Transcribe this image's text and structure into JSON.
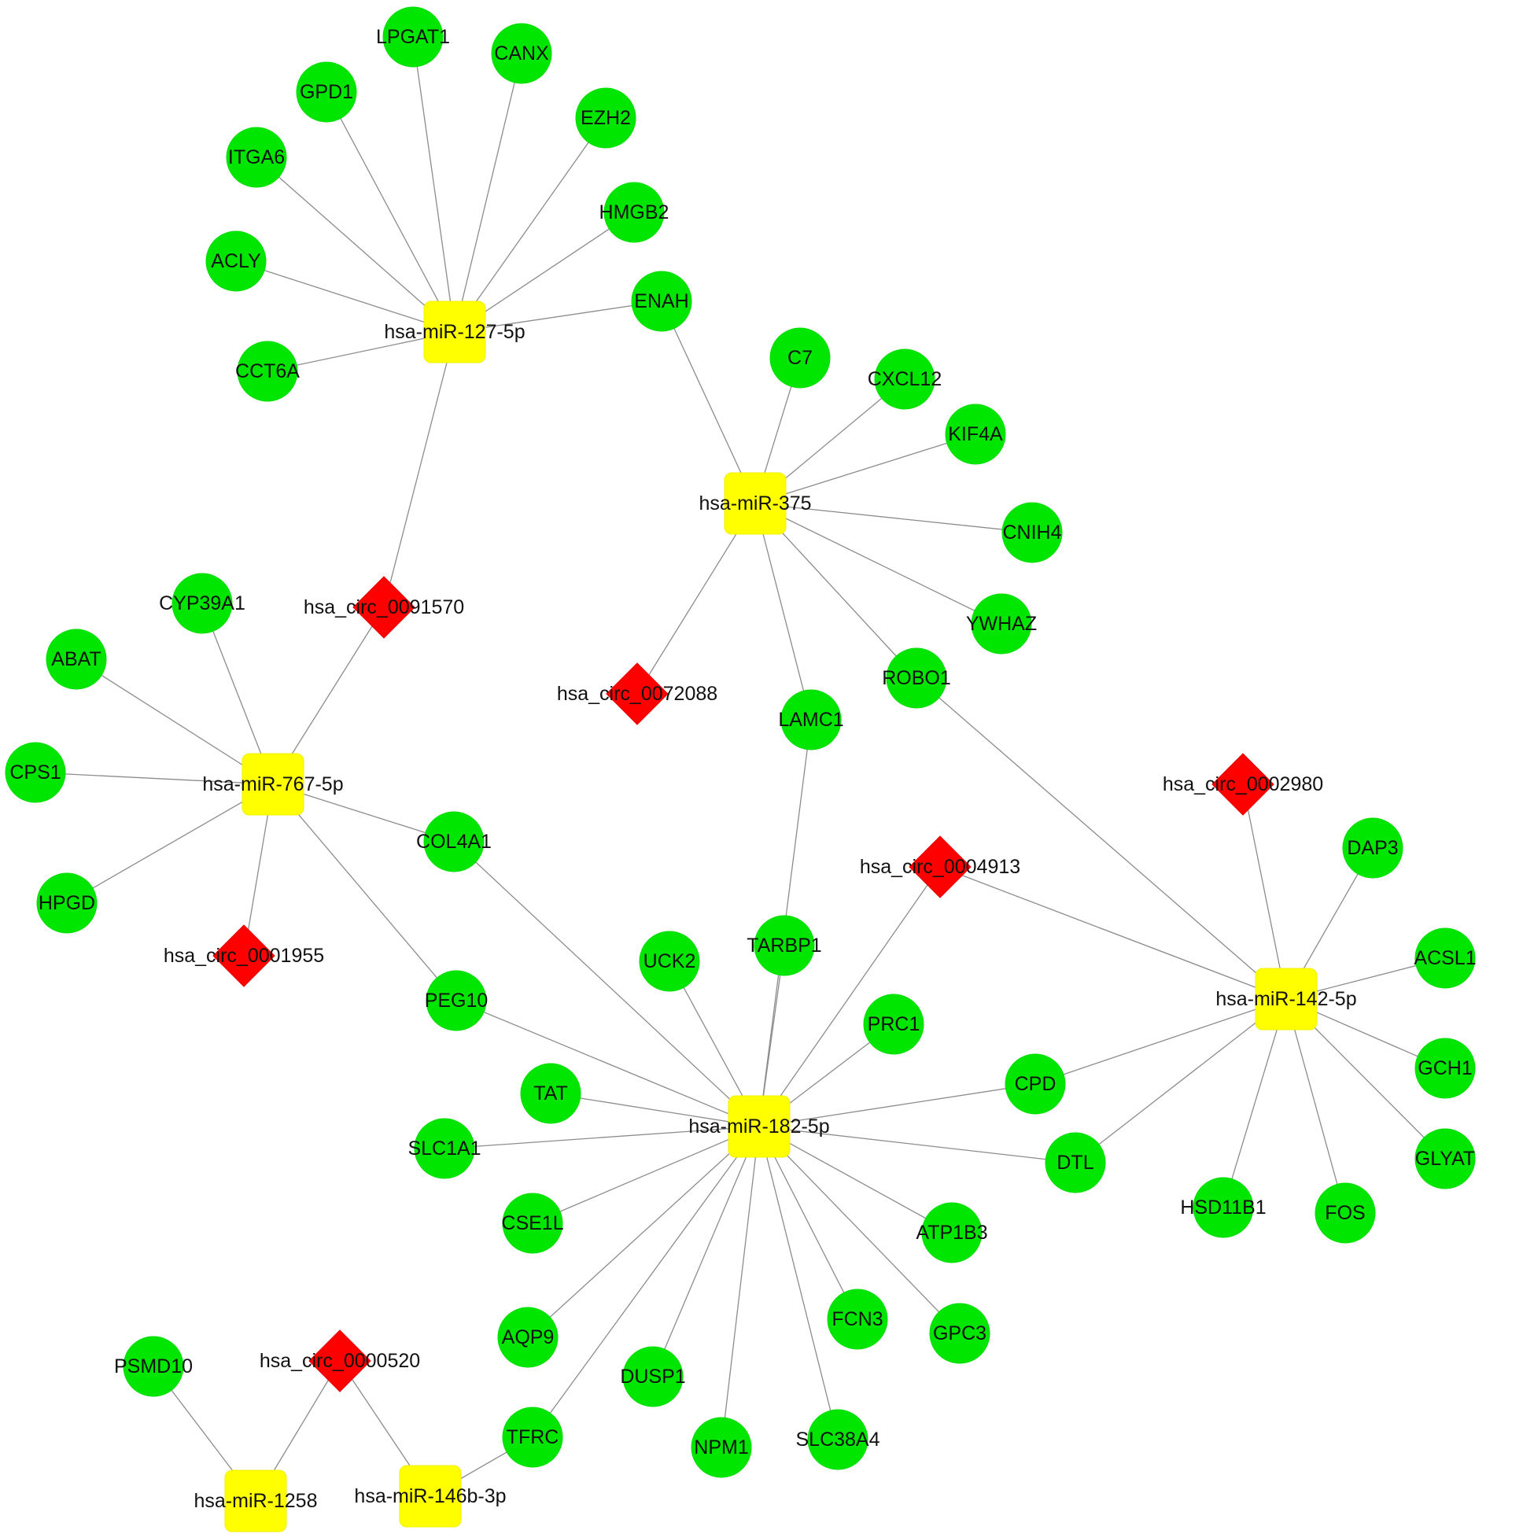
{
  "network": {
    "legend": "",
    "node_types": {
      "gene": {
        "shape": "circle",
        "color": "#00e600"
      },
      "mirna": {
        "shape": "rounded-square",
        "color": "#ffff00"
      },
      "circrna": {
        "shape": "diamond",
        "color": "#ff0000"
      }
    },
    "nodes": [
      {
        "id": "mir127",
        "type": "mirna",
        "label": "hsa-miR-127-5p"
      },
      {
        "id": "mir375",
        "type": "mirna",
        "label": "hsa-miR-375"
      },
      {
        "id": "mir767",
        "type": "mirna",
        "label": "hsa-miR-767-5p"
      },
      {
        "id": "mir182",
        "type": "mirna",
        "label": "hsa-miR-182-5p"
      },
      {
        "id": "mir142",
        "type": "mirna",
        "label": "hsa-miR-142-5p"
      },
      {
        "id": "mir1258",
        "type": "mirna",
        "label": "hsa-miR-1258"
      },
      {
        "id": "mir146",
        "type": "mirna",
        "label": "hsa-miR-146b-3p"
      },
      {
        "id": "circ0091570",
        "type": "circrna",
        "label": "hsa_circ_0091570"
      },
      {
        "id": "circ0072088",
        "type": "circrna",
        "label": "hsa_circ_0072088"
      },
      {
        "id": "circ0002980",
        "type": "circrna",
        "label": "hsa_circ_0002980"
      },
      {
        "id": "circ0004913",
        "type": "circrna",
        "label": "hsa_circ_0004913"
      },
      {
        "id": "circ0001955",
        "type": "circrna",
        "label": "hsa_circ_0001955"
      },
      {
        "id": "circ0000520",
        "type": "circrna",
        "label": "hsa_circ_0000520"
      },
      {
        "id": "LPGAT1",
        "type": "gene",
        "label": "LPGAT1"
      },
      {
        "id": "CANX",
        "type": "gene",
        "label": "CANX"
      },
      {
        "id": "GPD1",
        "type": "gene",
        "label": "GPD1"
      },
      {
        "id": "EZH2",
        "type": "gene",
        "label": "EZH2"
      },
      {
        "id": "ITGA6",
        "type": "gene",
        "label": "ITGA6"
      },
      {
        "id": "HMGB2",
        "type": "gene",
        "label": "HMGB2"
      },
      {
        "id": "ACLY",
        "type": "gene",
        "label": "ACLY"
      },
      {
        "id": "ENAH",
        "type": "gene",
        "label": "ENAH"
      },
      {
        "id": "CCT6A",
        "type": "gene",
        "label": "CCT6A"
      },
      {
        "id": "C7",
        "type": "gene",
        "label": "C7"
      },
      {
        "id": "CXCL12",
        "type": "gene",
        "label": "CXCL12"
      },
      {
        "id": "KIF4A",
        "type": "gene",
        "label": "KIF4A"
      },
      {
        "id": "CNIH4",
        "type": "gene",
        "label": "CNIH4"
      },
      {
        "id": "YWHAZ",
        "type": "gene",
        "label": "YWHAZ"
      },
      {
        "id": "ROBO1",
        "type": "gene",
        "label": "ROBO1"
      },
      {
        "id": "LAMC1",
        "type": "gene",
        "label": "LAMC1"
      },
      {
        "id": "CYP39A1",
        "type": "gene",
        "label": "CYP39A1"
      },
      {
        "id": "ABAT",
        "type": "gene",
        "label": "ABAT"
      },
      {
        "id": "CPS1",
        "type": "gene",
        "label": "CPS1"
      },
      {
        "id": "HPGD",
        "type": "gene",
        "label": "HPGD"
      },
      {
        "id": "COL4A1",
        "type": "gene",
        "label": "COL4A1"
      },
      {
        "id": "PEG10",
        "type": "gene",
        "label": "PEG10"
      },
      {
        "id": "UCK2",
        "type": "gene",
        "label": "UCK2"
      },
      {
        "id": "TARBP1",
        "type": "gene",
        "label": "TARBP1"
      },
      {
        "id": "PRC1",
        "type": "gene",
        "label": "PRC1"
      },
      {
        "id": "TAT",
        "type": "gene",
        "label": "TAT"
      },
      {
        "id": "SLC1A1",
        "type": "gene",
        "label": "SLC1A1"
      },
      {
        "id": "CSE1L",
        "type": "gene",
        "label": "CSE1L"
      },
      {
        "id": "AQP9",
        "type": "gene",
        "label": "AQP9"
      },
      {
        "id": "DUSP1",
        "type": "gene",
        "label": "DUSP1"
      },
      {
        "id": "NPM1",
        "type": "gene",
        "label": "NPM1"
      },
      {
        "id": "SLC38A4",
        "type": "gene",
        "label": "SLC38A4"
      },
      {
        "id": "FCN3",
        "type": "gene",
        "label": "FCN3"
      },
      {
        "id": "GPC3",
        "type": "gene",
        "label": "GPC3"
      },
      {
        "id": "ATP1B3",
        "type": "gene",
        "label": "ATP1B3"
      },
      {
        "id": "DTL",
        "type": "gene",
        "label": "DTL"
      },
      {
        "id": "CPD",
        "type": "gene",
        "label": "CPD"
      },
      {
        "id": "TFRC",
        "type": "gene",
        "label": "TFRC"
      },
      {
        "id": "DAP3",
        "type": "gene",
        "label": "DAP3"
      },
      {
        "id": "ACSL1",
        "type": "gene",
        "label": "ACSL1"
      },
      {
        "id": "GCH1",
        "type": "gene",
        "label": "GCH1"
      },
      {
        "id": "GLYAT",
        "type": "gene",
        "label": "GLYAT"
      },
      {
        "id": "FOS",
        "type": "gene",
        "label": "FOS"
      },
      {
        "id": "HSD11B1",
        "type": "gene",
        "label": "HSD11B1"
      },
      {
        "id": "PSMD10",
        "type": "gene",
        "label": "PSMD10"
      }
    ],
    "edges": [
      [
        "mir127",
        "LPGAT1"
      ],
      [
        "mir127",
        "CANX"
      ],
      [
        "mir127",
        "GPD1"
      ],
      [
        "mir127",
        "EZH2"
      ],
      [
        "mir127",
        "ITGA6"
      ],
      [
        "mir127",
        "HMGB2"
      ],
      [
        "mir127",
        "ACLY"
      ],
      [
        "mir127",
        "ENAH"
      ],
      [
        "mir127",
        "CCT6A"
      ],
      [
        "mir127",
        "circ0091570"
      ],
      [
        "mir375",
        "ENAH"
      ],
      [
        "mir375",
        "C7"
      ],
      [
        "mir375",
        "CXCL12"
      ],
      [
        "mir375",
        "KIF4A"
      ],
      [
        "mir375",
        "CNIH4"
      ],
      [
        "mir375",
        "YWHAZ"
      ],
      [
        "mir375",
        "ROBO1"
      ],
      [
        "mir375",
        "LAMC1"
      ],
      [
        "mir375",
        "circ0072088"
      ],
      [
        "mir767",
        "circ0091570"
      ],
      [
        "mir767",
        "CYP39A1"
      ],
      [
        "mir767",
        "ABAT"
      ],
      [
        "mir767",
        "CPS1"
      ],
      [
        "mir767",
        "HPGD"
      ],
      [
        "mir767",
        "COL4A1"
      ],
      [
        "mir767",
        "PEG10"
      ],
      [
        "mir767",
        "circ0001955"
      ],
      [
        "mir182",
        "LAMC1"
      ],
      [
        "mir182",
        "COL4A1"
      ],
      [
        "mir182",
        "PEG10"
      ],
      [
        "mir182",
        "UCK2"
      ],
      [
        "mir182",
        "TARBP1"
      ],
      [
        "mir182",
        "circ0004913"
      ],
      [
        "mir182",
        "PRC1"
      ],
      [
        "mir182",
        "TAT"
      ],
      [
        "mir182",
        "SLC1A1"
      ],
      [
        "mir182",
        "CSE1L"
      ],
      [
        "mir182",
        "AQP9"
      ],
      [
        "mir182",
        "TFRC"
      ],
      [
        "mir182",
        "DUSP1"
      ],
      [
        "mir182",
        "NPM1"
      ],
      [
        "mir182",
        "SLC38A4"
      ],
      [
        "mir182",
        "FCN3"
      ],
      [
        "mir182",
        "GPC3"
      ],
      [
        "mir182",
        "ATP1B3"
      ],
      [
        "mir182",
        "DTL"
      ],
      [
        "mir182",
        "CPD"
      ],
      [
        "mir142",
        "ROBO1"
      ],
      [
        "mir142",
        "circ0002980"
      ],
      [
        "mir142",
        "circ0004913"
      ],
      [
        "mir142",
        "DAP3"
      ],
      [
        "mir142",
        "ACSL1"
      ],
      [
        "mir142",
        "GCH1"
      ],
      [
        "mir142",
        "GLYAT"
      ],
      [
        "mir142",
        "FOS"
      ],
      [
        "mir142",
        "HSD11B1"
      ],
      [
        "mir142",
        "DTL"
      ],
      [
        "mir142",
        "CPD"
      ],
      [
        "mir1258",
        "PSMD10"
      ],
      [
        "mir1258",
        "circ0000520"
      ],
      [
        "mir146",
        "circ0000520"
      ],
      [
        "mir146",
        "TFRC"
      ]
    ]
  }
}
